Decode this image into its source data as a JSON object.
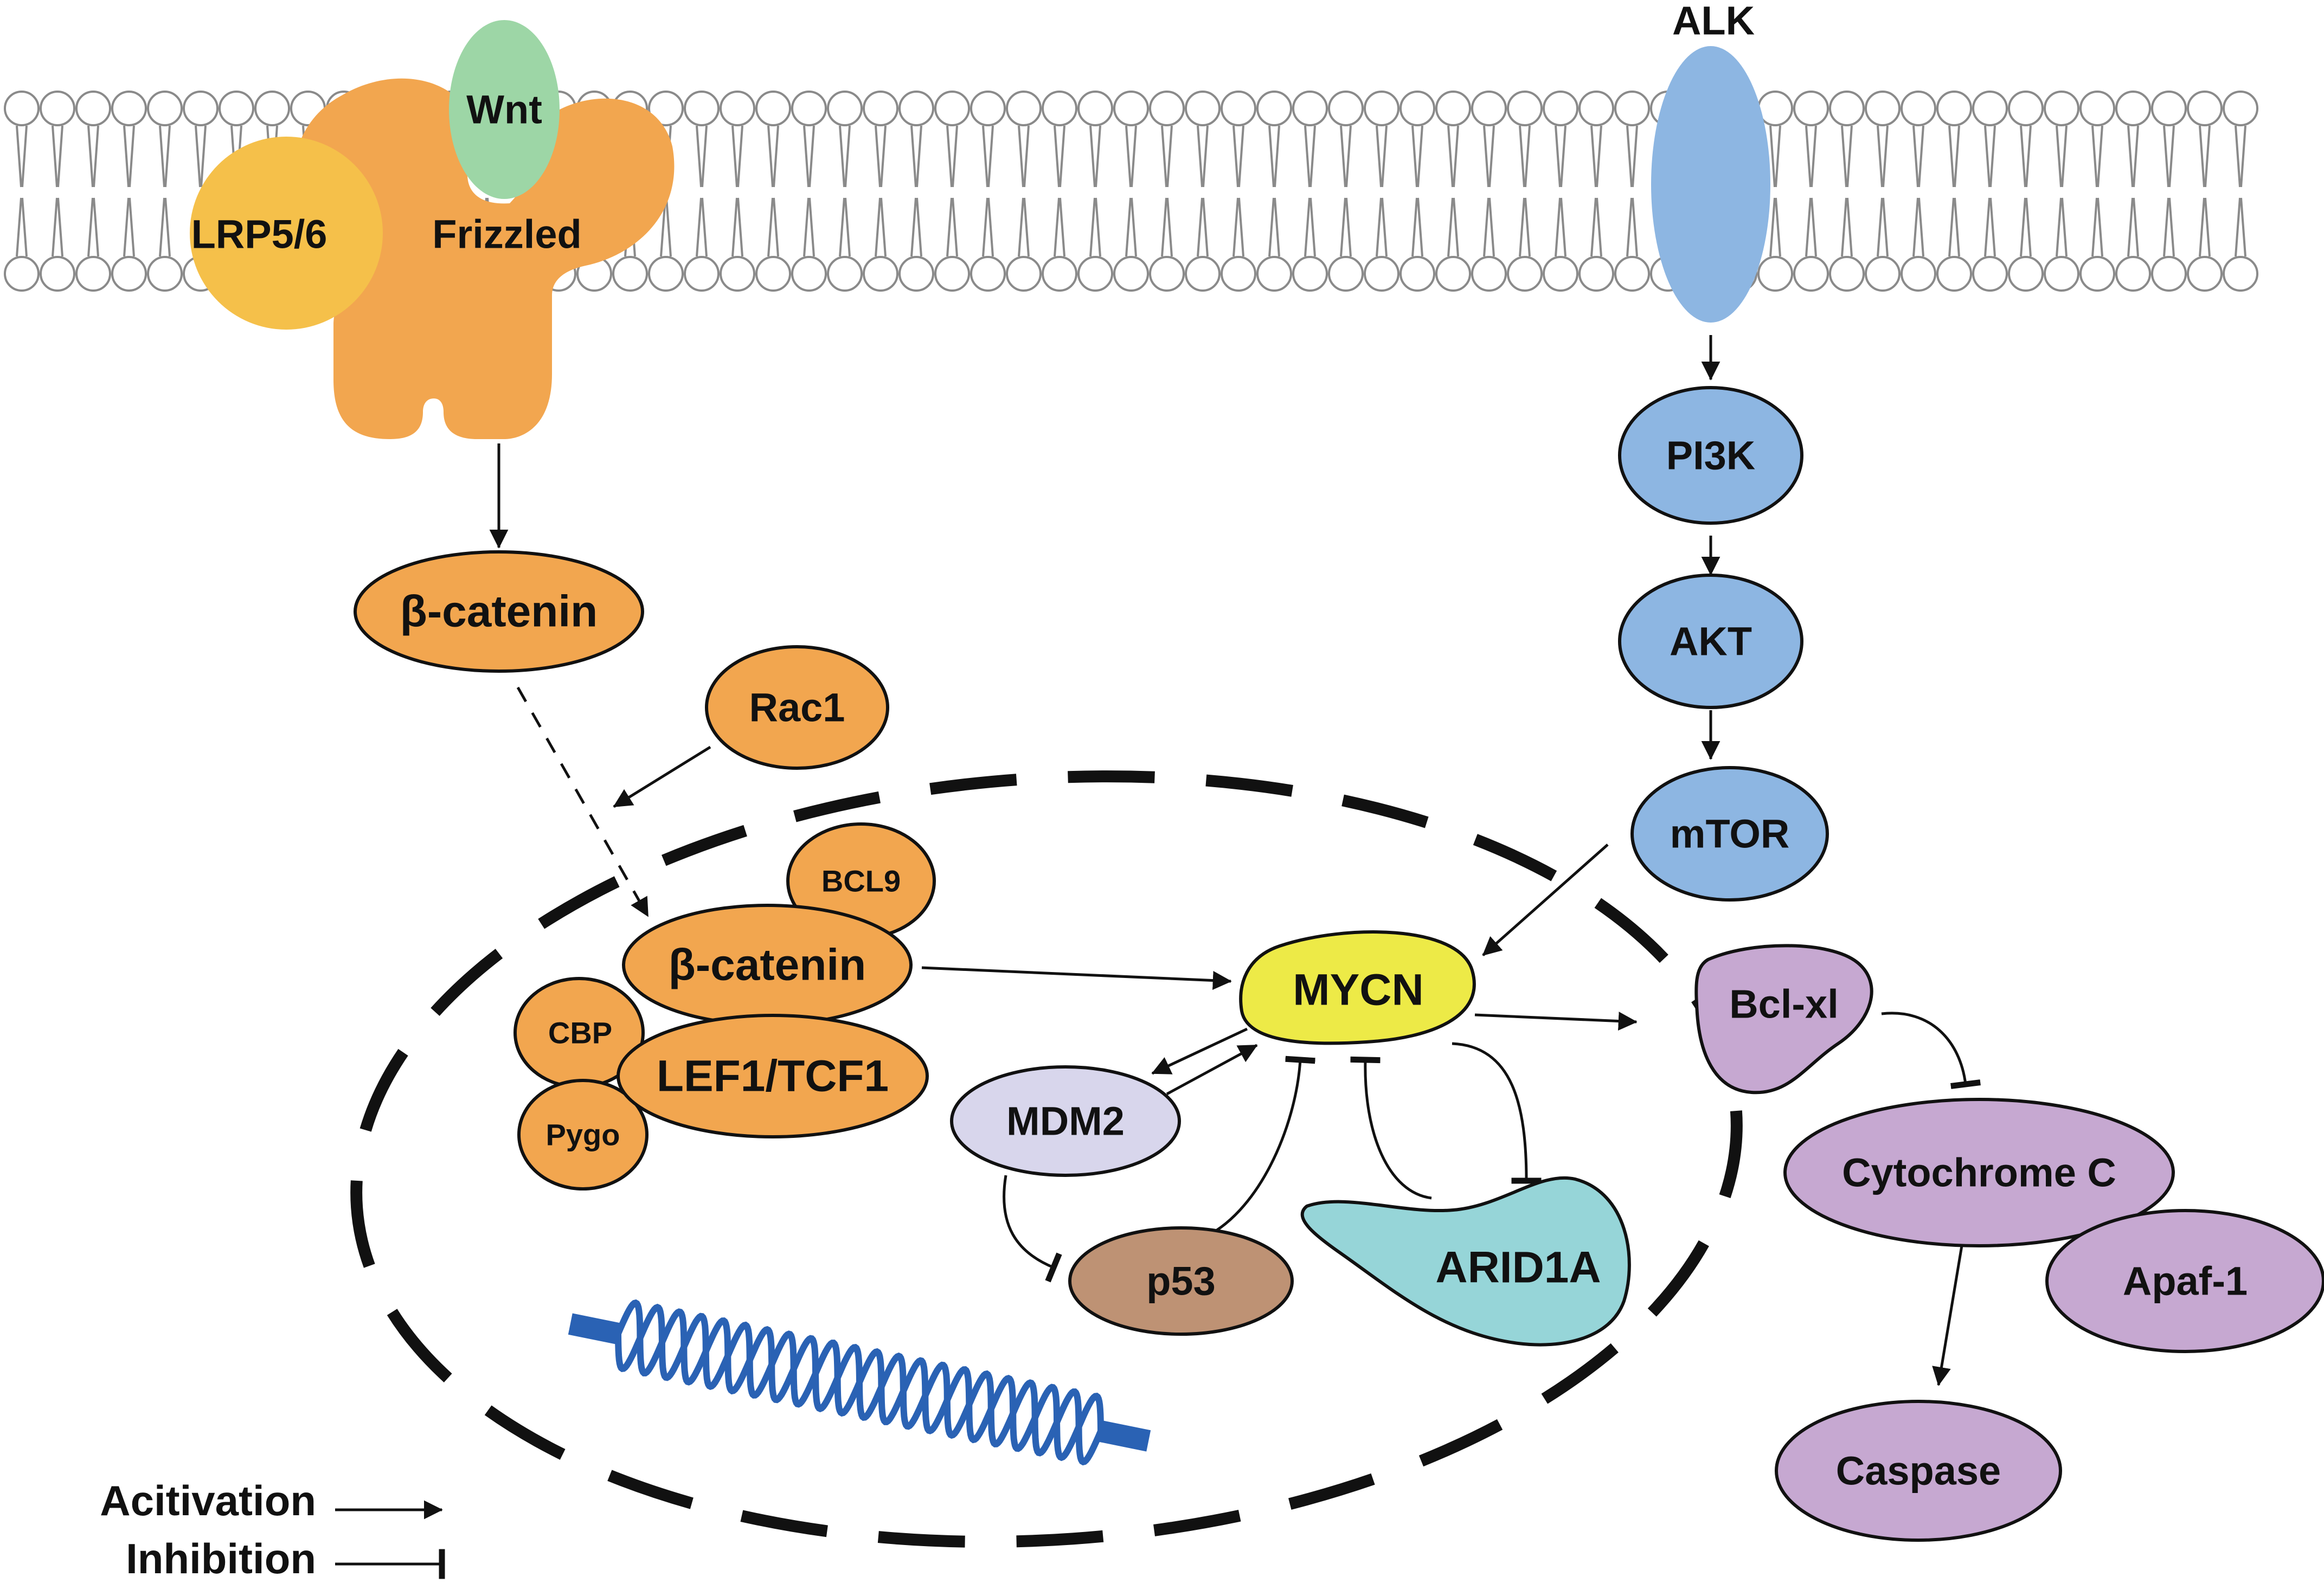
{
  "receptors": {
    "wnt": "Wnt",
    "frizzled": "Frizzled",
    "lrp": "LRP5/6",
    "alk": "ALK"
  },
  "nodes": {
    "beta_catenin_cyto": "β-catenin",
    "rac1": "Rac1",
    "bcl9": "BCL9",
    "beta_catenin_nuc": "β-catenin",
    "cbp": "CBP",
    "lef1_tcf1": "LEF1/TCF1",
    "pygo": "Pygo",
    "pi3k": "PI3K",
    "akt": "AKT",
    "mtor": "mTOR",
    "mycn": "MYCN",
    "mdm2": "MDM2",
    "p53": "p53",
    "arid1a": "ARID1A",
    "bclxl": "Bcl-xl",
    "cytochrome_c": "Cytochrome C",
    "apaf1": "Apaf-1",
    "caspase": "Caspase"
  },
  "legend": {
    "activation": "Acitivation",
    "inhibition": "Inhibition"
  },
  "colors": {
    "wnt_pathway": "#F2A64F",
    "lrp": "#F5C04A",
    "wnt": "#9DD6A6",
    "alk_pathway": "#8DB6E2",
    "mycn": "#EDEA47",
    "mdm2": "#D8D6EC",
    "p53": "#BE9274",
    "arid1a": "#96D5D8",
    "apoptosis": "#C6A8D1",
    "dna": "#2A62B4",
    "membrane": "#8a8a8a"
  }
}
